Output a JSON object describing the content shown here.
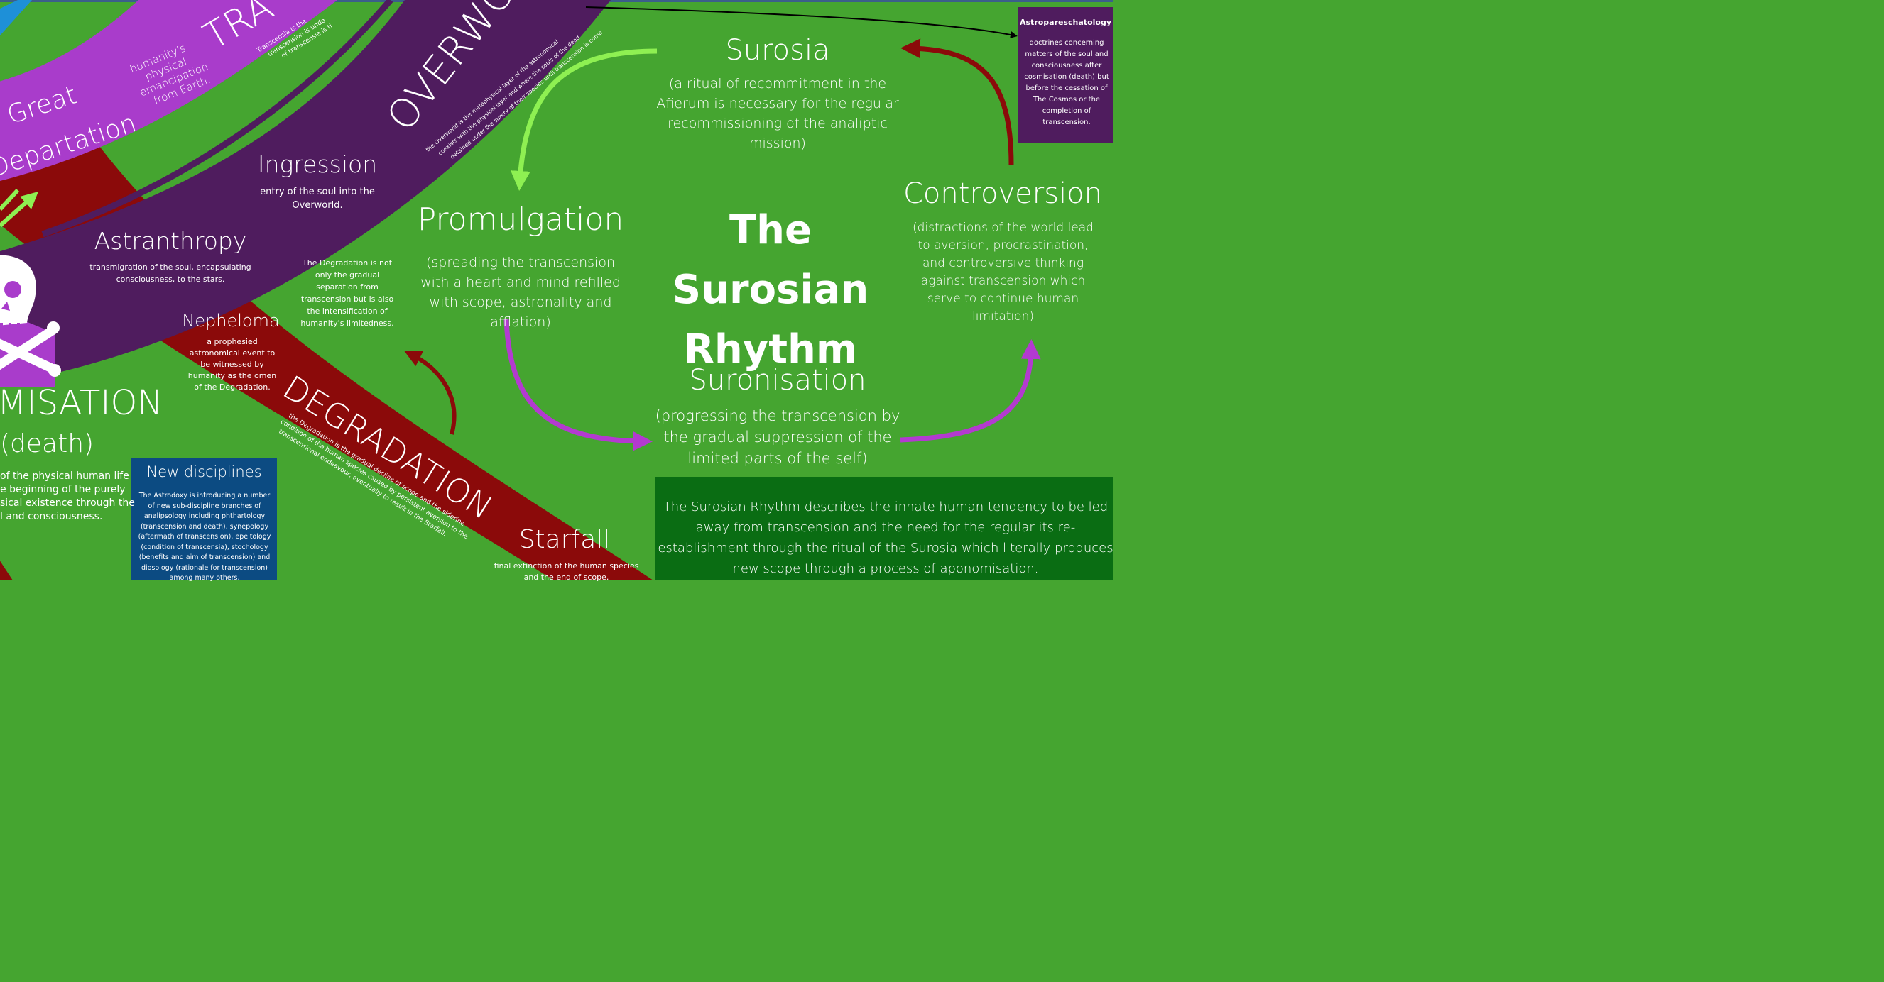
{
  "title": {
    "line1": "The Surosian",
    "line2": "Rhythm"
  },
  "cycle": {
    "surosia": {
      "name": "Surosia",
      "desc": "(a ritual of recommitment in the Afierum is necessary for the regular recommissioning of the analiptic mission)"
    },
    "promulgation": {
      "name": "Promulgation",
      "desc": "(spreading the transcension with a heart and mind refilled with scope, astronality and afflation)"
    },
    "suronisation": {
      "name": "Suronisation",
      "desc": "(progressing the transcension by the gradual suppression of the limited parts of the self)"
    },
    "controversion": {
      "name": "Controversion",
      "desc": "(distractions of the world lead to aversion, procrastination, and controversive thinking against transcension which serve to continue human limitation)"
    }
  },
  "astropareschatology": {
    "title": "Astropareschatology",
    "desc": "doctrines concerning matters of the soul and consciousness after cosmisation (death) but before the cessation of The Cosmos or the completion of transcension."
  },
  "summary": "The Surosian Rhythm describes the innate human tendency to be led away from transcension and the need for the regular its re-establishment through the ritual of the Surosia which literally produces new scope through a process of aponomisation.",
  "degradation_note": "The Degradation is not only the gradual separation from transcension but is also the intensification of humanity's limitedness.",
  "ingression": {
    "name": "Ingression",
    "desc": "entry of the soul into the Overworld."
  },
  "astranthropy": {
    "name": "Astranthropy",
    "desc": "transmigration of the soul, encapsulating consciousness, to the stars."
  },
  "nepheloma": {
    "name": "Nepheloma",
    "desc": "a prophesied astronomical event to be witnessed by humanity as the omen of the Degradation."
  },
  "starfall": {
    "name": "Starfall",
    "desc": "final extinction of the human species and the end of scope."
  },
  "new_disciplines": {
    "title": "New disciplines",
    "desc": "The Astrodoxy is introducing a number of new sub-discipline branches of analipsology including phthartology (transcension and death), synepology (aftermath of transcension), epeitology (condition of transcensia), stochology (benefits and aim of transcension) and diosology (rationale for transcension) among many others."
  },
  "cosmisation": {
    "word": "MISATION",
    "paren": "(death)",
    "desc_lines": [
      "of the physical human life",
      "e beginning of the purely",
      "sical existence through the",
      "l and consciousness."
    ]
  },
  "departation": {
    "line1": "Great",
    "line2": "Departation",
    "desc_lines": [
      "humanity's",
      "physical",
      "emancipation",
      "from Earth."
    ]
  },
  "transcension_band": {
    "word": "TRA",
    "small_lines": [
      "Transcensia is the",
      "transcension is unde",
      "of transcensia is tl"
    ]
  },
  "overworld": {
    "word": "OVERWORLD",
    "small_lines": [
      "the Overworld is the metaphysical layer of the astronomical",
      "coexists with the physical layer and where the souls of the dead",
      "detained under the surety of their species until transcension is comp"
    ]
  },
  "degradation": {
    "word": "DEGRADATION",
    "small_lines": [
      "the Degradation is the gradual decline of scope and the siderine",
      "condition of the human species caused by persistent aversion to the",
      "transcensional endeavour, eventually to result in the Starfall."
    ]
  },
  "colors": {
    "background": "#45a530",
    "purple": "#a93ccb",
    "dark_purple": "#4f1c5e",
    "dark_red": "#8b0a0a",
    "arrow_green": "#8ef052",
    "arrow_purple": "#b33ad0",
    "arrow_red": "#8b0a0a",
    "summary_box": "#0a6d13",
    "disciplines_box": "#0c4b82",
    "astro_box": "#4f1c5e"
  },
  "icons": [
    "skull-crossbones-icon"
  ]
}
